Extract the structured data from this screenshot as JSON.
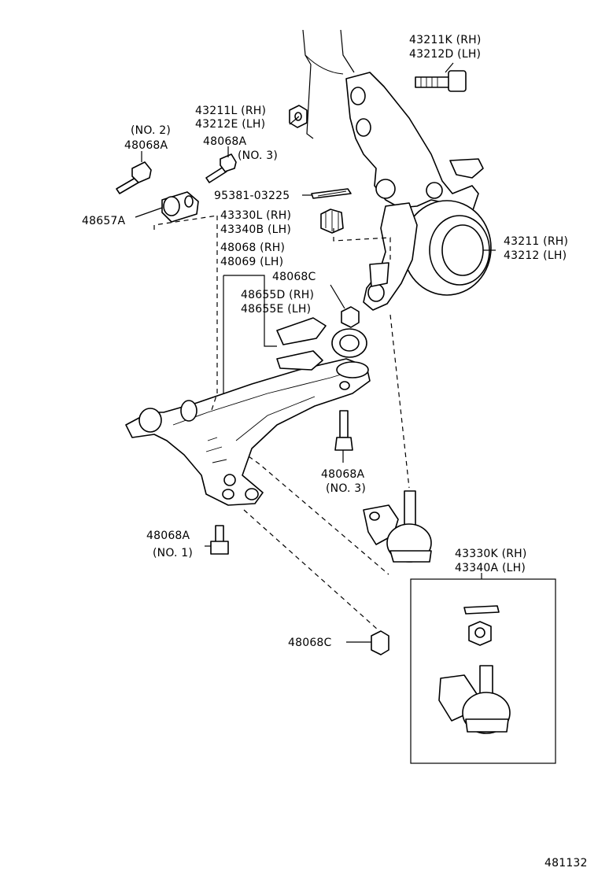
{
  "figure_id": "481132",
  "labels": {
    "p43211k": "43211K (RH)",
    "p43212d": "43212D (LH)",
    "p43211l": "43211L (RH)",
    "p43212e": "43212E (LH)",
    "no2": "(NO. 2)",
    "p48068a_left": "48068A",
    "p48068a_top": "48068A",
    "no3_top": "(NO. 3)",
    "p95381": "95381-03225",
    "p48657a": "48657A",
    "p43330l": "43330L (RH)",
    "p43340b": "43340B (LH)",
    "p48068_rh": "48068 (RH)",
    "p48069_lh": "48069 (LH)",
    "p48068c_top": "48068C",
    "p48655d": "48655D (RH)",
    "p48655e": "48655E (LH)",
    "p43211_rh": "43211 (RH)",
    "p43212_lh": "43212 (LH)",
    "p48068a_mid": "48068A",
    "no3_mid": "(NO. 3)",
    "p48068a_low": "48068A",
    "no1": "(NO. 1)",
    "p43330k": "43330K (RH)",
    "p43340a": "43340A (LH)",
    "p48068c_bottom": "48068C"
  }
}
